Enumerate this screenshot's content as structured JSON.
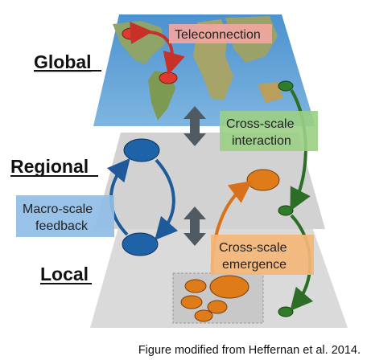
{
  "levels": {
    "global": "Global",
    "regional": "Regional",
    "local": "Local"
  },
  "callouts": {
    "teleconnection": "Teleconnection",
    "cross_scale_interaction": [
      "Cross-scale",
      "interaction"
    ],
    "macro_scale_feedback": [
      "Macro-scale",
      "feedback"
    ],
    "cross_scale_emergence": [
      "Cross-scale",
      "emergence"
    ]
  },
  "caption": "Figure modified from Heffernan et al. 2014.",
  "colors": {
    "teleconnection": "#e03a2f",
    "interaction": "#2f7d2a",
    "feedback": "#1e62a8",
    "emergence": "#e07b1a",
    "plane": "#d9d9d9",
    "ocean": "#3f86c6"
  }
}
